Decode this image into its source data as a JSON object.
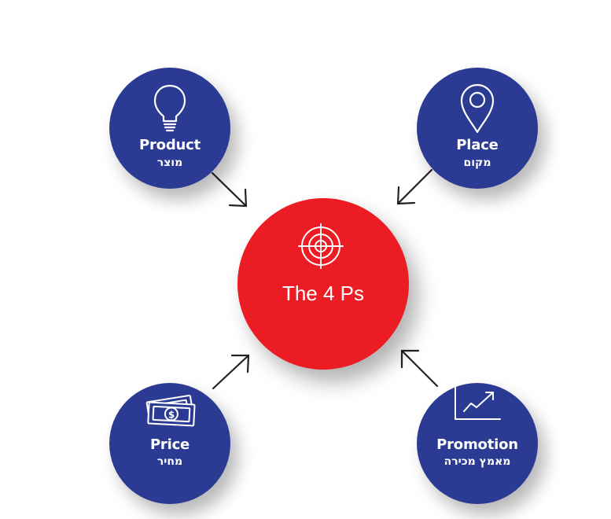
{
  "center": {
    "label": "The 4 Ps",
    "icon": "target-icon",
    "color": "#ec1c24"
  },
  "nodes": {
    "product": {
      "en": "Product",
      "he": "מוצר",
      "icon": "lightbulb-icon"
    },
    "place": {
      "en": "Place",
      "he": "מקום",
      "icon": "map-pin-icon"
    },
    "price": {
      "en": "Price",
      "he": "מחיר",
      "icon": "money-icon"
    },
    "promotion": {
      "en": "Promotion",
      "he": "מאמץ מכירה",
      "icon": "growth-chart-icon"
    }
  },
  "colors": {
    "node_blue": "#2b3b94",
    "center_red": "#ec1c24",
    "arrow": "#222222"
  }
}
